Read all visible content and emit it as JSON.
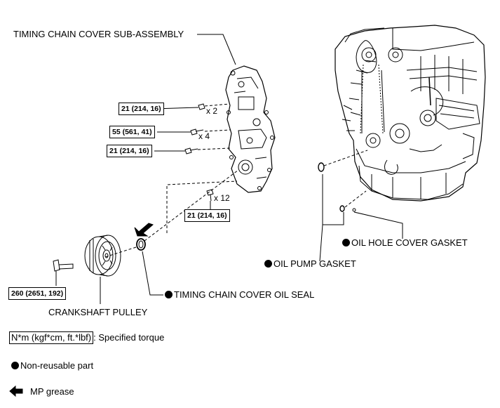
{
  "parts": {
    "cover": "TIMING CHAIN COVER SUB-ASSEMBLY",
    "pulley": "CRANKSHAFT PULLEY",
    "seal": "TIMING CHAIN COVER OIL SEAL",
    "oil_pump_gasket": "OIL PUMP GASKET",
    "oil_hole_gasket": "OIL HOLE COVER GASKET"
  },
  "torques": {
    "t1": "21 (214, 16)",
    "t2": "55 (561, 41)",
    "t3": "21 (214, 16)",
    "t4": "21 (214, 16)",
    "t5": "260 (2651, 192)"
  },
  "quantities": {
    "q1": "x 2",
    "q2": "x 4",
    "q3": "x 12"
  },
  "legend": {
    "unit_box": "N*m (kgf*cm, ft.*lbf)",
    "unit_text": ": Specified torque",
    "non_reusable": "Non-reusable part",
    "grease": "MP grease"
  }
}
